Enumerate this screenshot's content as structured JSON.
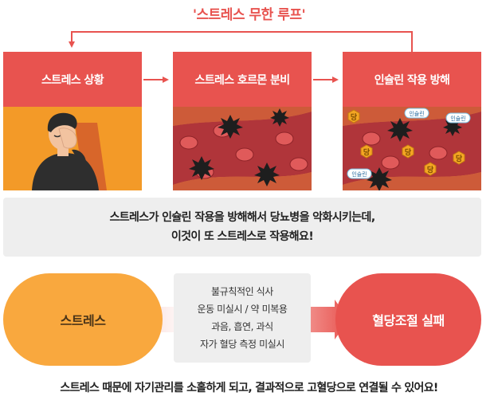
{
  "loop_title": "'스트레스 무한 루프'",
  "panels": [
    {
      "title": "스트레스 상황"
    },
    {
      "title": "스트레스 호르몬 분비"
    },
    {
      "title": "인슐린 작용 방해",
      "insulin_label": "인슐린",
      "sugar_label": "당"
    }
  ],
  "summary": {
    "line1": "스트레스가 인슐린 작용을 방해해서 당뇨병을 악화시키는데,",
    "line2": "이것이 또 스트레스로 작용해요!"
  },
  "flow": {
    "left_pill": "스트레스",
    "causes": [
      "불규칙적인 식사",
      "운동 미실시 / 약 미복용",
      "과음, 흡연, 과식",
      "자가 혈당 측정 미실시"
    ],
    "right_pill": "혈당조절 실패"
  },
  "conclusion": "스트레스 때문에 자기관리를 소홀하게 되고, 결과적으로 고혈당으로 연결될 수 있어요!",
  "colors": {
    "accent_red": "#e8534f",
    "orange": "#f9a83e",
    "vessel": "#b0353a",
    "wall": "#f0a03a",
    "light_gray": "#eeeeee"
  }
}
